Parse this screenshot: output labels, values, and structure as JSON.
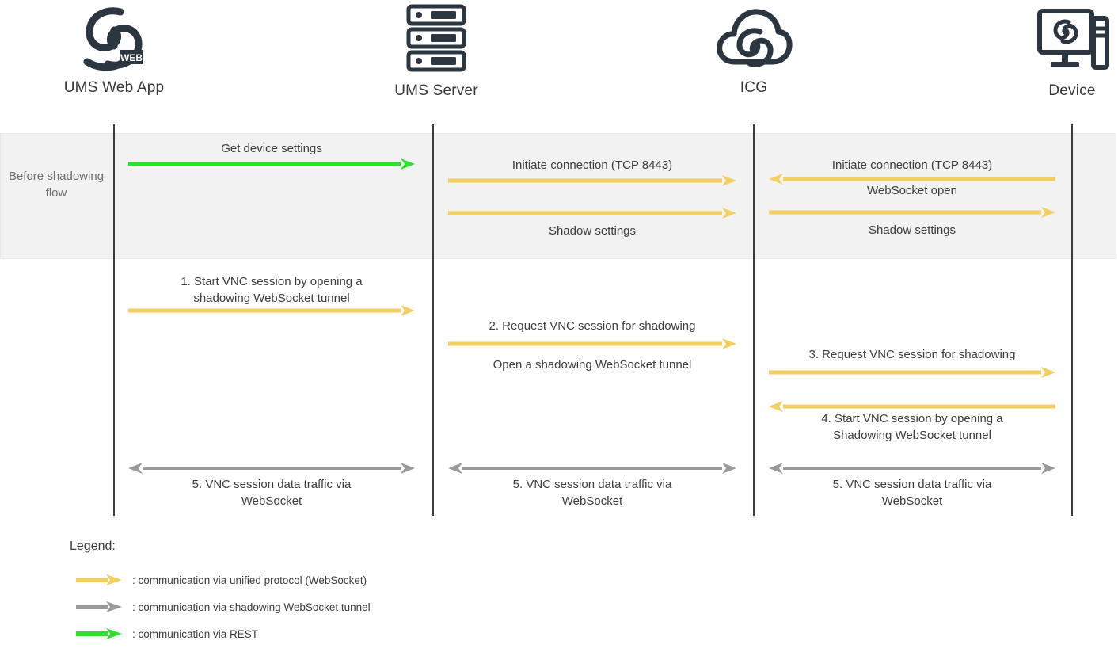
{
  "colors": {
    "yellow": "#f3ce60",
    "gray_arrow": "#9a9a9a",
    "green": "#2fe02f",
    "lifeline": "#3b3b42",
    "band_bg": "#f2f2f2",
    "text": "#3c3c3c",
    "icon": "#2b3640"
  },
  "actors": [
    {
      "id": "ums-web-app",
      "label": "UMS Web App",
      "icon": "ums-web-logo-icon"
    },
    {
      "id": "ums-server",
      "label": "UMS Server",
      "icon": "server-rack-icon"
    },
    {
      "id": "icg",
      "label": "ICG",
      "icon": "cloud-gateway-icon"
    },
    {
      "id": "device",
      "label": "Device",
      "icon": "desktop-device-icon"
    }
  ],
  "band": {
    "label": "Before\nshadowing\nflow"
  },
  "messages": [
    {
      "id": "get-device-settings",
      "label": "Get device settings",
      "kind": "rest",
      "direction": "right"
    },
    {
      "id": "initiate-connection-server",
      "label": "Initiate connection (TCP 8443)",
      "kind": "unified",
      "direction": "right"
    },
    {
      "id": "shadow-settings-server",
      "label": "Shadow settings",
      "kind": "unified",
      "direction": "right"
    },
    {
      "id": "initiate-connection-device",
      "label": "Initiate connection (TCP 8443)",
      "kind": "unified",
      "direction": "left"
    },
    {
      "id": "websocket-open",
      "label": "WebSocket open",
      "kind": "unified",
      "direction": "left"
    },
    {
      "id": "shadow-settings-device",
      "label": "Shadow settings",
      "kind": "unified",
      "direction": "right"
    },
    {
      "id": "step-1",
      "label": "1.   Start VNC session by opening a\nshadowing WebSocket tunnel",
      "kind": "unified",
      "direction": "right"
    },
    {
      "id": "step-2",
      "label": "2.   Request VNC session for shadowing",
      "kind": "unified",
      "direction": "right"
    },
    {
      "id": "open-shadowing-tunnel",
      "label": "Open a shadowing WebSocket tunnel",
      "kind": "unified",
      "direction": "right"
    },
    {
      "id": "step-3",
      "label": "3.   Request VNC session for shadowing",
      "kind": "unified",
      "direction": "right"
    },
    {
      "id": "step-4",
      "label": "4.   Start VNC session by opening a\nShadowing WebSocket tunnel",
      "kind": "unified",
      "direction": "left"
    },
    {
      "id": "step-5-a",
      "label": "5.   VNC session data traffic via\nWebSocket",
      "kind": "shadowing",
      "direction": "both"
    },
    {
      "id": "step-5-b",
      "label": "5.   VNC session data traffic via\nWebSocket",
      "kind": "shadowing",
      "direction": "both"
    },
    {
      "id": "step-5-c",
      "label": "5.   VNC session data traffic via\nWebSocket",
      "kind": "shadowing",
      "direction": "both"
    }
  ],
  "legend": {
    "title": "Legend:",
    "items": [
      {
        "id": "legend-unified",
        "swatch": "yellow-arrow-icon",
        "text": ": communication via unified protocol (WebSocket)"
      },
      {
        "id": "legend-shadowing",
        "swatch": "gray-arrow-icon",
        "text": ": communication via shadowing WebSocket tunnel"
      },
      {
        "id": "legend-rest",
        "swatch": "green-arrow-icon",
        "text": ": communication via REST"
      }
    ]
  }
}
